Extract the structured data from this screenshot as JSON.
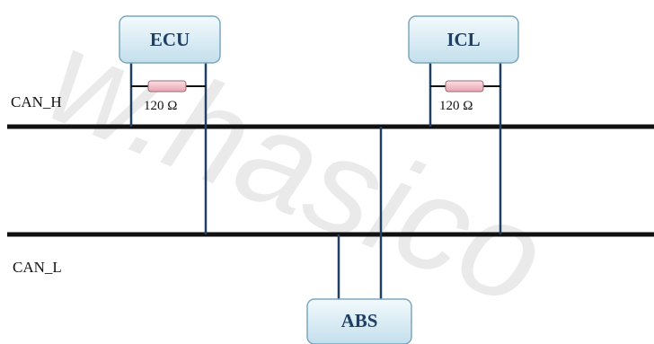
{
  "diagram": {
    "buses": {
      "high_label": "CAN_H",
      "low_label": "CAN_L"
    },
    "nodes": {
      "ecu": "ECU",
      "icl": "ICL",
      "abs": "ABS"
    },
    "resistors": {
      "ecu_value": "120 Ω",
      "icl_value": "120 Ω"
    },
    "watermark": "w.hasico"
  },
  "colors": {
    "bus_line": "#111111",
    "stub_line": "#1f3f63",
    "node_fill_top": "#eef7fb",
    "node_fill_bottom": "#c9e3ee",
    "node_border": "#6d9bb3",
    "resistor_fill": "#f2b5c0"
  }
}
